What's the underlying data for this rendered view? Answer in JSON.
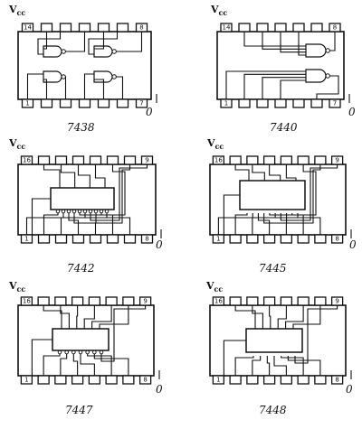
{
  "diagrams": [
    {
      "part": "7438",
      "vcc": "V",
      "vcc_sub": "cc",
      "pin_top": "14",
      "pin_top_right": "8",
      "pin_bottom_left": "1",
      "pin_bottom_right": "7",
      "ground": "0"
    },
    {
      "part": "7440",
      "vcc": "V",
      "vcc_sub": "cc",
      "pin_top": "14",
      "pin_top_right": "8",
      "pin_bottom_left": "1",
      "pin_bottom_right": "7",
      "ground": "0"
    },
    {
      "part": "7442",
      "vcc": "V",
      "vcc_sub": "cc",
      "pin_top": "16",
      "pin_top_right": "9",
      "pin_bottom_left": "1",
      "pin_bottom_right": "8",
      "ground": "0"
    },
    {
      "part": "7445",
      "vcc": "V",
      "vcc_sub": "cc",
      "pin_top": "16",
      "pin_top_right": "9",
      "pin_bottom_left": "1",
      "pin_bottom_right": "8",
      "ground": "0"
    },
    {
      "part": "7447",
      "vcc": "V",
      "vcc_sub": "cc",
      "pin_top": "16",
      "pin_top_right": "9",
      "pin_bottom_left": "1",
      "pin_bottom_right": "8",
      "ground": "0"
    },
    {
      "part": "7448",
      "vcc": "V",
      "vcc_sub": "cc",
      "pin_top": "16",
      "pin_top_right": "9",
      "pin_bottom_left": "1",
      "pin_bottom_right": "8",
      "ground": "0"
    }
  ]
}
